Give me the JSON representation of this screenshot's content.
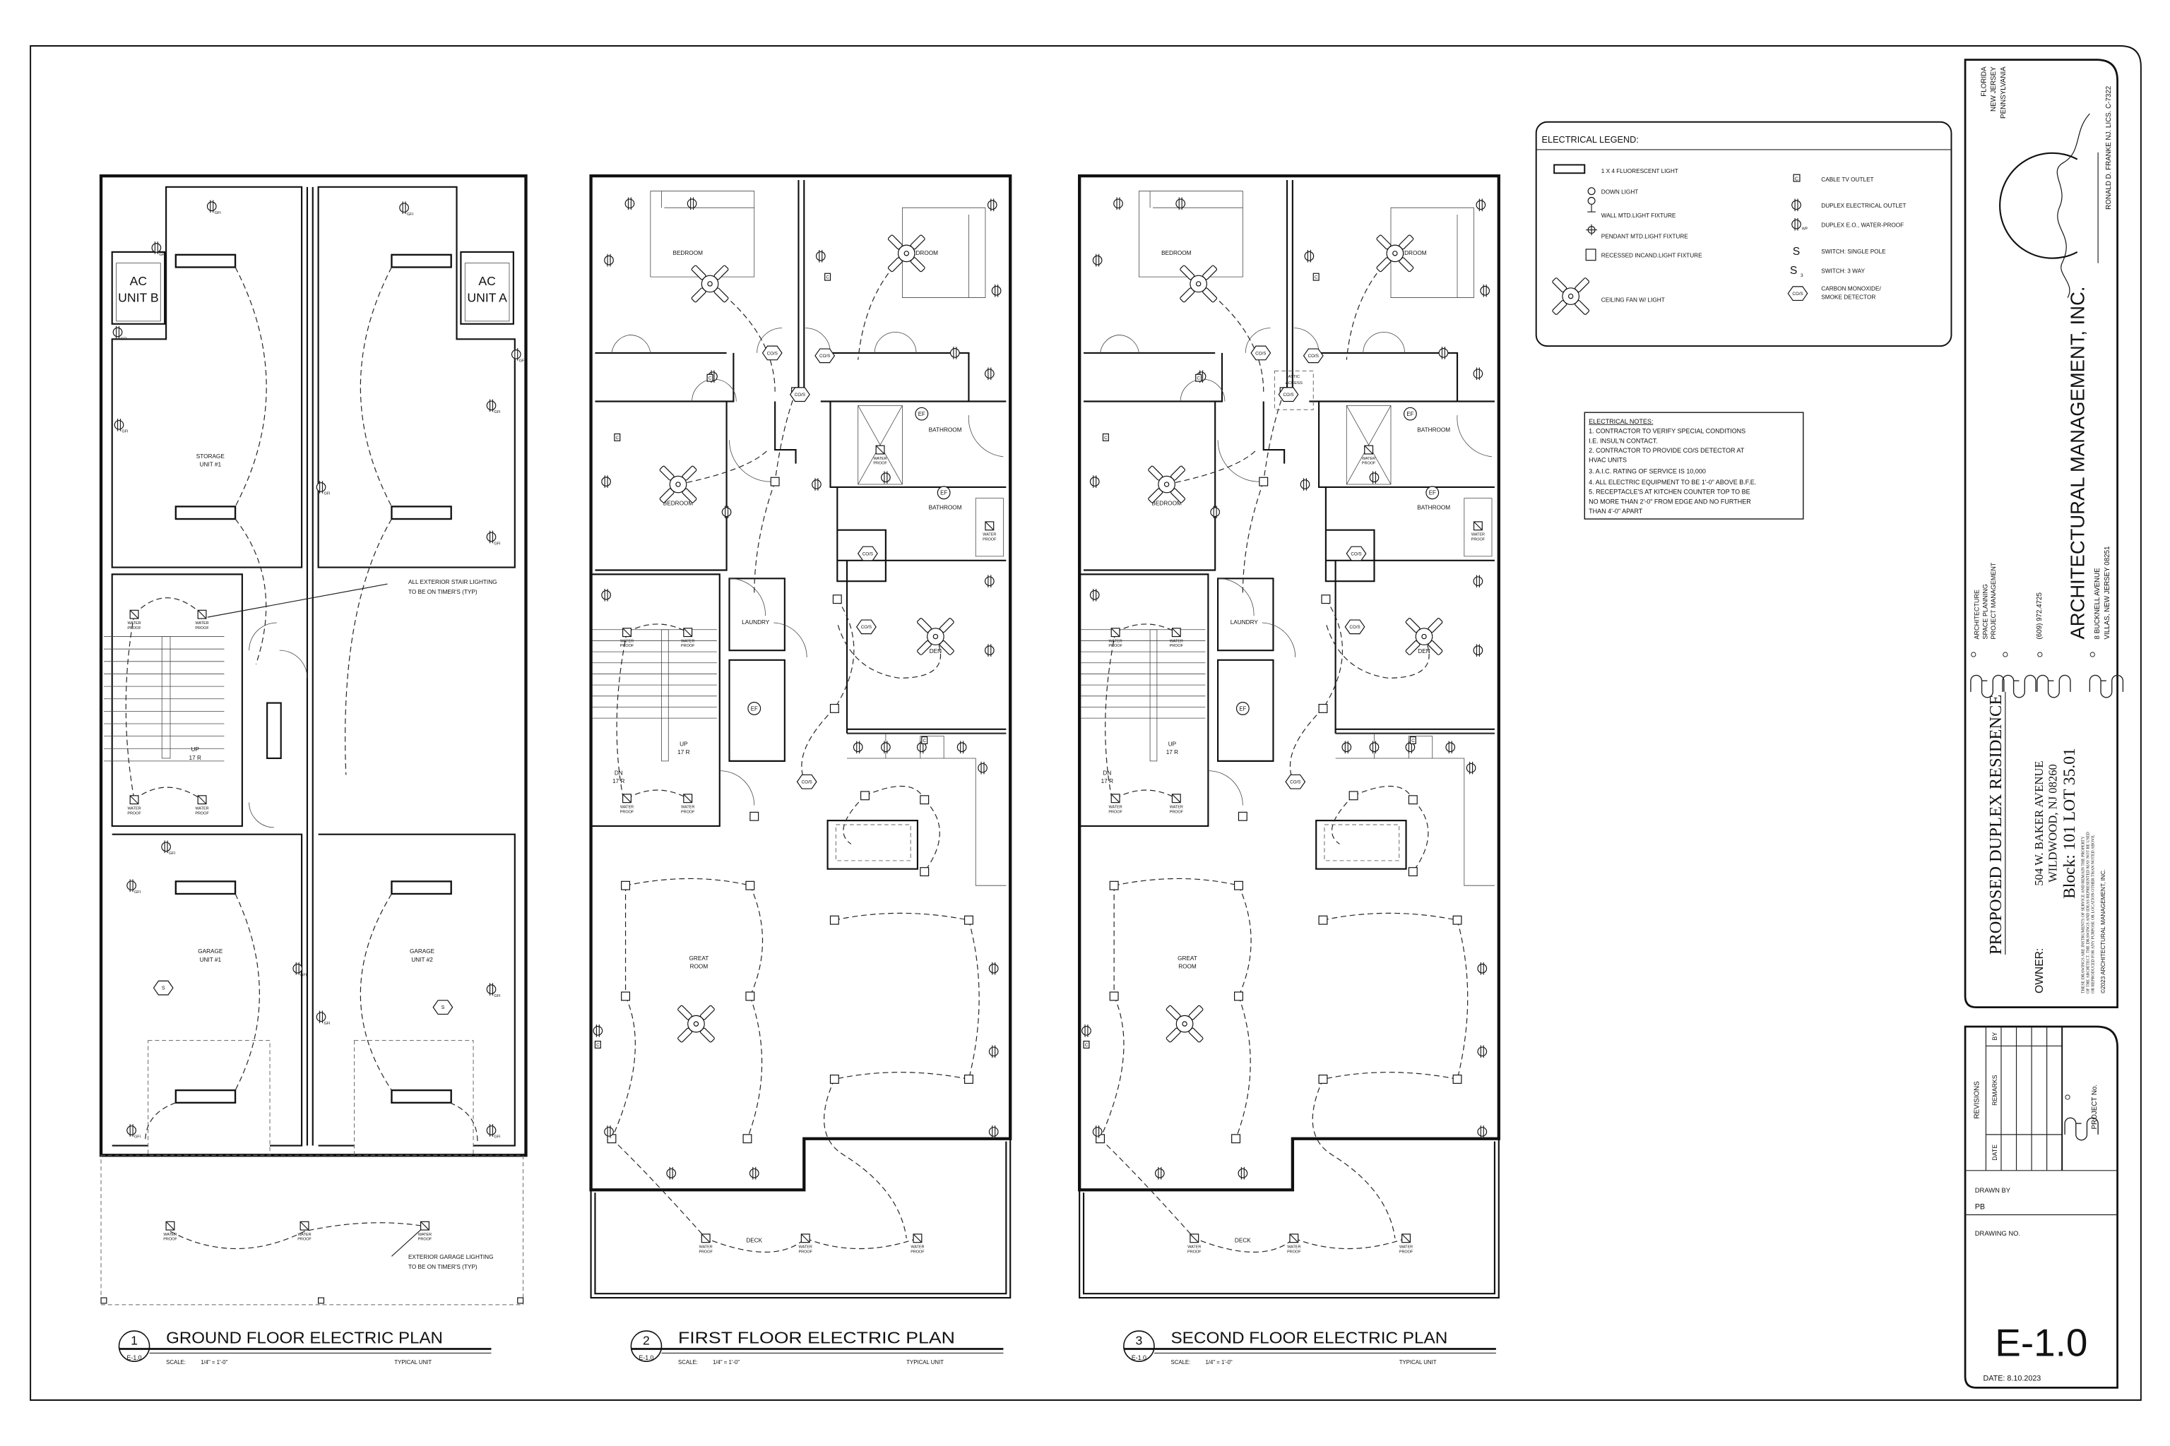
{
  "plans": [
    {
      "number": "1",
      "sheet_ref": "E-1.0",
      "title": "GROUND FLOOR ELECTRIC PLAN",
      "scale_label": "SCALE:",
      "scale": "1/4\" = 1'-0\"",
      "note": "TYPICAL UNIT",
      "rooms": {
        "ac_b": [
          "AC",
          "UNIT B"
        ],
        "ac_a": [
          "AC",
          "UNIT A"
        ],
        "storage": [
          "STORAGE",
          "UNIT #1"
        ],
        "garage1": [
          "GARAGE",
          "UNIT #1"
        ],
        "garage2": [
          "GARAGE",
          "UNIT #2"
        ],
        "stair": [
          "UP",
          "17 R"
        ]
      },
      "callouts": {
        "stair_lighting": [
          "ALL EXTERIOR STAIR LIGHTING",
          "TO BE ON TIMER'S (TYP)"
        ],
        "garage_lighting": [
          "EXTERIOR GARAGE LIGHTING",
          "TO BE ON TIMER'S (TYP)"
        ]
      }
    },
    {
      "number": "2",
      "sheet_ref": "E-1.0",
      "title": "FIRST FLOOR ELECTRIC PLAN",
      "scale_label": "SCALE:",
      "scale": "1/4\" = 1'-0\"",
      "note": "TYPICAL UNIT",
      "rooms": {
        "bedroom1": "BEDROOM",
        "bedroom2": "BEDROOM",
        "bedroom3": "BEDROOM",
        "bathroom1": "BATHROOM",
        "bathroom2": "BATHROOM",
        "laundry": "LAUNDRY",
        "den": "DEN",
        "great_room": [
          "GREAT",
          "ROOM"
        ],
        "deck": "DECK",
        "stair_up": [
          "UP",
          "17 R"
        ],
        "stair_dn": [
          "DN",
          "17 R"
        ]
      }
    },
    {
      "number": "3",
      "sheet_ref": "E-1.0",
      "title": "SECOND FLOOR ELECTRIC PLAN",
      "scale_label": "SCALE:",
      "scale": "1/4\" = 1'-0\"",
      "note": "TYPICAL UNIT",
      "rooms": {
        "bedroom1": "BEDROOM",
        "bedroom2": "BEDROOM",
        "bedroom3": "BEDROOM",
        "bathroom1": "BATHROOM",
        "bathroom2": "BATHROOM",
        "laundry": "LAUNDRY",
        "den": "DEN",
        "great_room": [
          "GREAT",
          "ROOM"
        ],
        "deck": "DECK",
        "stair_up": [
          "UP",
          "17 R"
        ],
        "stair_dn": [
          "DN",
          "17 R"
        ],
        "attic": [
          "ATTIC",
          "ACCESS"
        ]
      }
    }
  ],
  "symbol_labels": {
    "water_proof": [
      "WATER",
      "PROOF"
    ],
    "gfi": "GFI",
    "co_s": "CO/S",
    "ef": "EF",
    "smoke": "S",
    "cable": "C",
    "switch_3way": "3"
  },
  "legend": {
    "title": "ELECTRICAL LEGEND:",
    "items": [
      {
        "icon": "fluorescent-light-icon",
        "label": "1 X 4 FLUORESCENT LIGHT"
      },
      {
        "icon": "down-light-icon",
        "label": "DOWN LIGHT"
      },
      {
        "icon": "wall-light-icon",
        "label": "WALL MTD.LIGHT FIXTURE"
      },
      {
        "icon": "pendant-light-icon",
        "label": "PENDANT MTD.LIGHT FIXTURE"
      },
      {
        "icon": "recessed-light-icon",
        "label": "RECESSED INCAND.LIGHT FIXTURE"
      },
      {
        "icon": "ceiling-fan-icon",
        "label": "CEILING FAN W/ LIGHT"
      },
      {
        "icon": "cable-tv-outlet-icon",
        "label": "CABLE TV OUTLET"
      },
      {
        "icon": "duplex-outlet-icon",
        "label": "DUPLEX ELECTRICAL OUTLET"
      },
      {
        "icon": "duplex-outlet-wp-icon",
        "label": "DUPLEX E.O., WATER-PROOF"
      },
      {
        "icon": "switch-single-pole-icon",
        "label": "SWITCH: SINGLE POLE"
      },
      {
        "icon": "switch-3way-icon",
        "label": "SWITCH: 3 WAY"
      },
      {
        "icon": "co-smoke-detector-icon",
        "label": "CARBON MONOXIDE/",
        "label2": "SMOKE DETECTOR"
      }
    ],
    "symbols": {
      "cable": "C",
      "wp": "WP",
      "switch": "S",
      "switch3": "3",
      "co": "CO/S"
    }
  },
  "notes": {
    "title": "ELECTRICAL NOTES:",
    "lines": [
      "1.  CONTRACTOR TO VERIFY SPECIAL CONDITIONS",
      "I.E. INSUL'N CONTACT.",
      "2. CONTRACTOR TO PROVIDE CO/S DETECTOR AT",
      "HVAC UNITS",
      "3. A.I.C. RATING OF SERVICE IS 10,000",
      "4. ALL ELECTRIC EQUIPMENT TO BE 1'-0\" ABOVE B.F.E.",
      "5. RECEPTACLE'S AT KITCHEN COUNTER TOP TO BE",
      "NO MORE THAN 2'-0\" FROM EDGE AND NO FURTHER",
      "THAN 4'-0\" APART"
    ]
  },
  "title_block": {
    "states": [
      "FLORIDA",
      "NEW JERSEY",
      "PENNSYLVANIA"
    ],
    "license": "RONALD D. FRANKE NJ. LICS. C-7322",
    "signature": "Ronald D. Franke",
    "firm": "ARCHITECTURAL MANAGEMENT, INC.",
    "services": [
      "ARCHITECTURE",
      "SPACE PLANNING",
      "PROJECT MANAGEMENT"
    ],
    "phone": "(609) 972.4725",
    "address": [
      "8 BUCKNELL AVENUE",
      "VILLAS, NEW JERSEY 08251"
    ],
    "project_title": "PROPOSED DUPLEX RESIDENCE",
    "owner_label": "OWNER:",
    "site": [
      "504 W. BAKER AVENUE",
      "WILDWOOD, NJ 08260",
      "Block: 101  LOT 35.01"
    ],
    "disclaimer": [
      "THESE DRAWINGS ARE INSTRUMENTS OF SERVICE AND REMAIN THE PROPERTY",
      "OF THE ARCHITECT. THE DRAWINGS AND IDEAS REPRESENTED MAY NOT BE USED",
      "OR REPRODUCED FOR ANY PURPOSE OR LOCATION OTHER THAN NOTED ABOVE."
    ],
    "copyright": "©2023 ARCHITECTURAL MANAGEMENT, INC.",
    "revisions_label": "REVISIONS",
    "revision_columns": [
      "DATE",
      "REMARKS",
      "BY"
    ],
    "project_no_label": "PROJECT No.",
    "drawn_by_label": "DRAWN BY",
    "drawn_by": "PB",
    "drawing_no_label": "DRAWING NO.",
    "drawing_no": "E-1.0",
    "date": "DATE:  8.10.2023"
  }
}
